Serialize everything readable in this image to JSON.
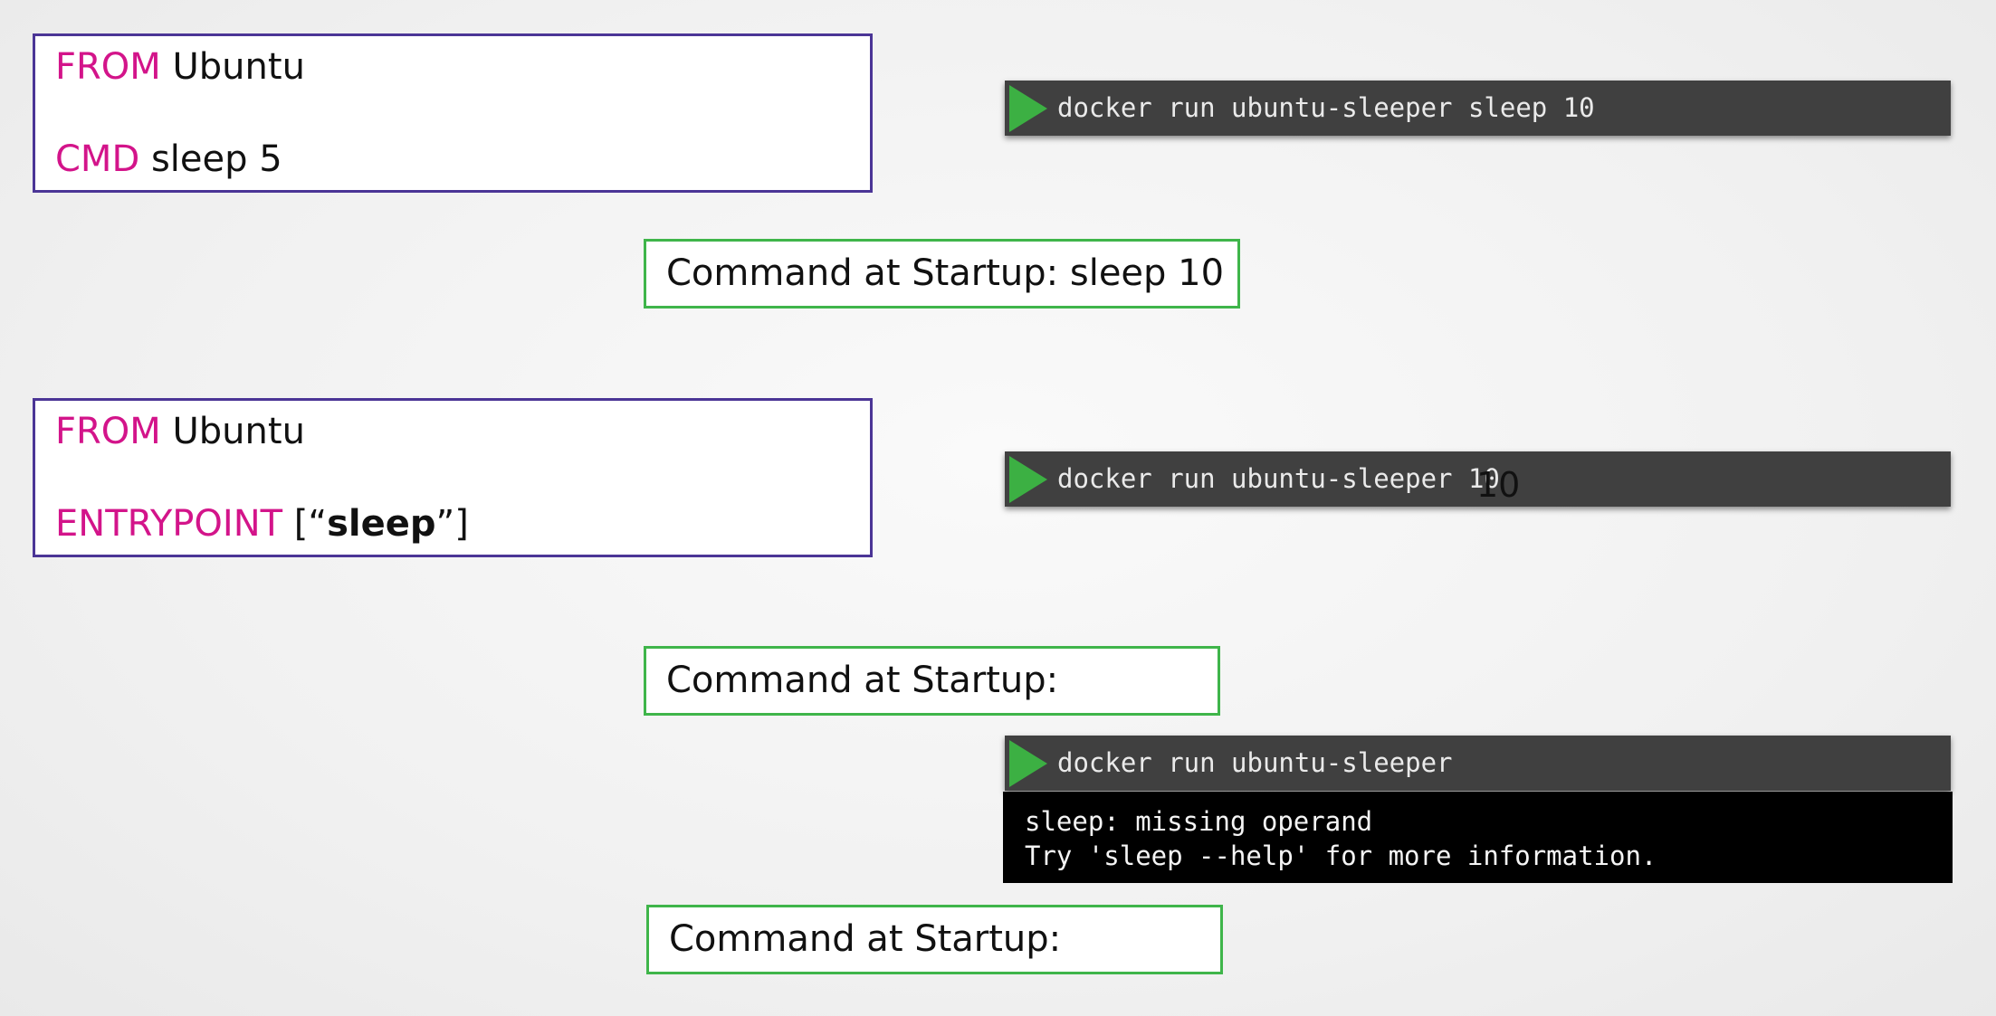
{
  "example1": {
    "dockerfile": {
      "line1_keyword": "FROM",
      "line1_value": "Ubuntu",
      "line2_keyword": "CMD",
      "line2_value": "sleep 5"
    },
    "terminal_command": "docker run ubuntu-sleeper sleep 10",
    "startup_label": "Command at Startup: sleep 10"
  },
  "example2": {
    "dockerfile": {
      "line1_keyword": "FROM",
      "line1_value": "Ubuntu",
      "line2_keyword": "ENTRYPOINT",
      "line2_open": " [“",
      "line2_bold": "sleep",
      "line2_close": "”]"
    },
    "terminal_command": "docker run ubuntu-sleeper 10",
    "overlay_text": "10",
    "startup_label": "Command at Startup:"
  },
  "example3": {
    "terminal_command": "docker run ubuntu-sleeper",
    "output_lines": [
      "sleep: missing operand",
      "Try 'sleep --help' for more information."
    ],
    "startup_label": "Command at Startup:"
  },
  "colors": {
    "keyword": "#d3148a",
    "dockerfile_border": "#4b3596",
    "startup_border": "#3fb54a",
    "terminal_bg": "#404040",
    "play_icon": "#3cb043",
    "output_bg": "#000000"
  }
}
